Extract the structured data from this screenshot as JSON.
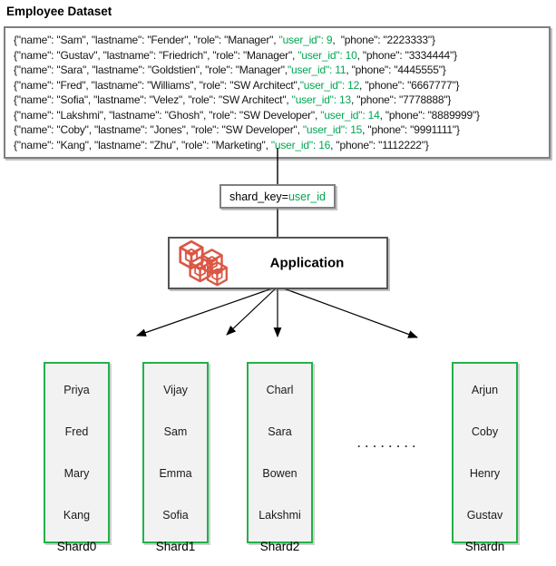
{
  "title": "Employee Dataset",
  "colors": {
    "user_id_green": "#00A651",
    "shard_border_green": "#22B14C",
    "icon_red": "#DB5745",
    "box_border_gray": "#7F7F7F"
  },
  "dataset": {
    "records": [
      {
        "pre": "{\"name\": \"Sam\", \"lastname\": \"Fender\", \"role\": \"Manager\", ",
        "key": "\"user_id\": 9",
        "post": ",  \"phone\": \"2223333\"}"
      },
      {
        "pre": "{\"name\": \"Gustav\", \"lastname\": \"Friedrich\", \"role\": \"Manager\", ",
        "key": "\"user_id\": 10",
        "post": ", \"phone\": \"3334444\"}"
      },
      {
        "pre": "{\"name\": \"Sara\", \"lastname\": \"Goldstien\", \"role\": \"Manager\",",
        "key": "\"user_id\": 11",
        "post": ", \"phone\": \"4445555\"}"
      },
      {
        "pre": "{\"name\": \"Fred\", \"lastname\": \"Williams\", \"role\": \"SW Architect\",",
        "key": "\"user_id\": 12",
        "post": ", \"phone\": \"6667777\"}"
      },
      {
        "pre": "{\"name\": \"Sofia\", \"lastname\": \"Velez\", \"role\": \"SW Architect\", ",
        "key": "\"user_id\": 13",
        "post": ", \"phone\": \"7778888\"}"
      },
      {
        "pre": "{\"name\": \"Lakshmi\", \"lastname\": \"Ghosh\", \"role\": \"SW Developer\", ",
        "key": "\"user_id\": 14",
        "post": ", \"phone\": \"8889999\"}"
      },
      {
        "pre": "{\"name\": \"Coby\", \"lastname\": \"Jones\", \"role\": \"SW Developer\", ",
        "key": "\"user_id\": 15",
        "post": ", \"phone\": \"9991111\"}"
      },
      {
        "pre": "{\"name\": \"Kang\", \"lastname\": \"Zhu\", \"role\": \"Marketing\", ",
        "key": "\"user_id\": 16",
        "post": ", \"phone\": \"1112222\"}"
      }
    ]
  },
  "shard_key": {
    "prefix": "shard_key=",
    "value": "user_id"
  },
  "application": {
    "label": "Application",
    "icon": "cubes-icon"
  },
  "ellipsis": ". . . . . . . .",
  "shards": [
    {
      "label": "Shard0",
      "members": [
        "Priya",
        "Fred",
        "Mary",
        "Kang"
      ]
    },
    {
      "label": "Shard1",
      "members": [
        "Vijay",
        "Sam",
        "Emma",
        "Sofia"
      ]
    },
    {
      "label": "Shard2",
      "members": [
        "Charl",
        "Sara",
        "Bowen",
        "Lakshmi"
      ]
    },
    {
      "label": "Shardn",
      "members": [
        "Arjun",
        "Coby",
        "Henry",
        "Gustav"
      ]
    }
  ]
}
